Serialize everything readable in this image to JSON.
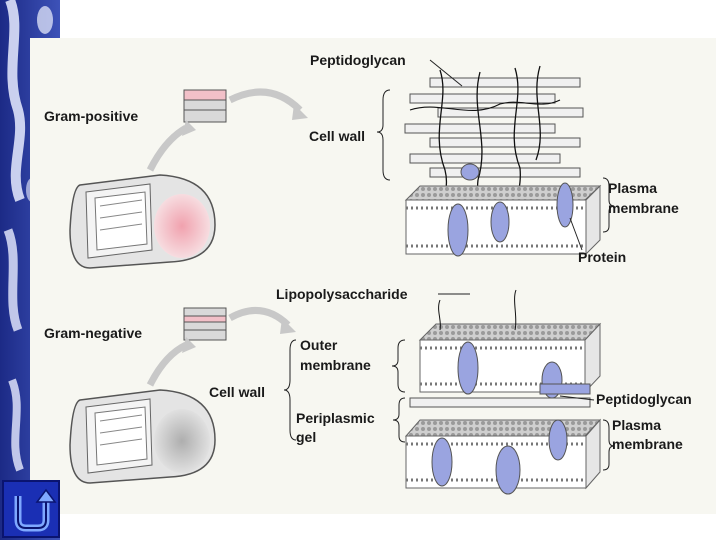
{
  "labels": {
    "gram_positive": "Gram-positive",
    "gram_negative": "Gram-negative",
    "peptidoglycan_top": "Peptidoglycan",
    "cell_wall_top": "Cell wall",
    "plasma_membrane_top_1": "Plasma",
    "plasma_membrane_top_2": "membrane",
    "protein": "Protein",
    "lipopolysaccharide": "Lipopolysaccharide",
    "outer_membrane_1": "Outer",
    "outer_membrane_2": "membrane",
    "cell_wall_bottom": "Cell wall",
    "periplasmic_1": "Periplasmic",
    "periplasmic_2": "gel",
    "peptidoglycan_bottom": "Peptidoglycan",
    "plasma_membrane_bottom_1": "Plasma",
    "plasma_membrane_bottom_2": "membrane"
  },
  "colors": {
    "side_strip": "#2a3fa0",
    "panel": "#f7f7f1",
    "protein": "#9aa4e0",
    "pink_pole": "#f29aa8",
    "gray_pole": "#bdbdbd",
    "back_button": "#1a2fb4"
  },
  "icons": {
    "back_button": "return-arrow-icon"
  }
}
